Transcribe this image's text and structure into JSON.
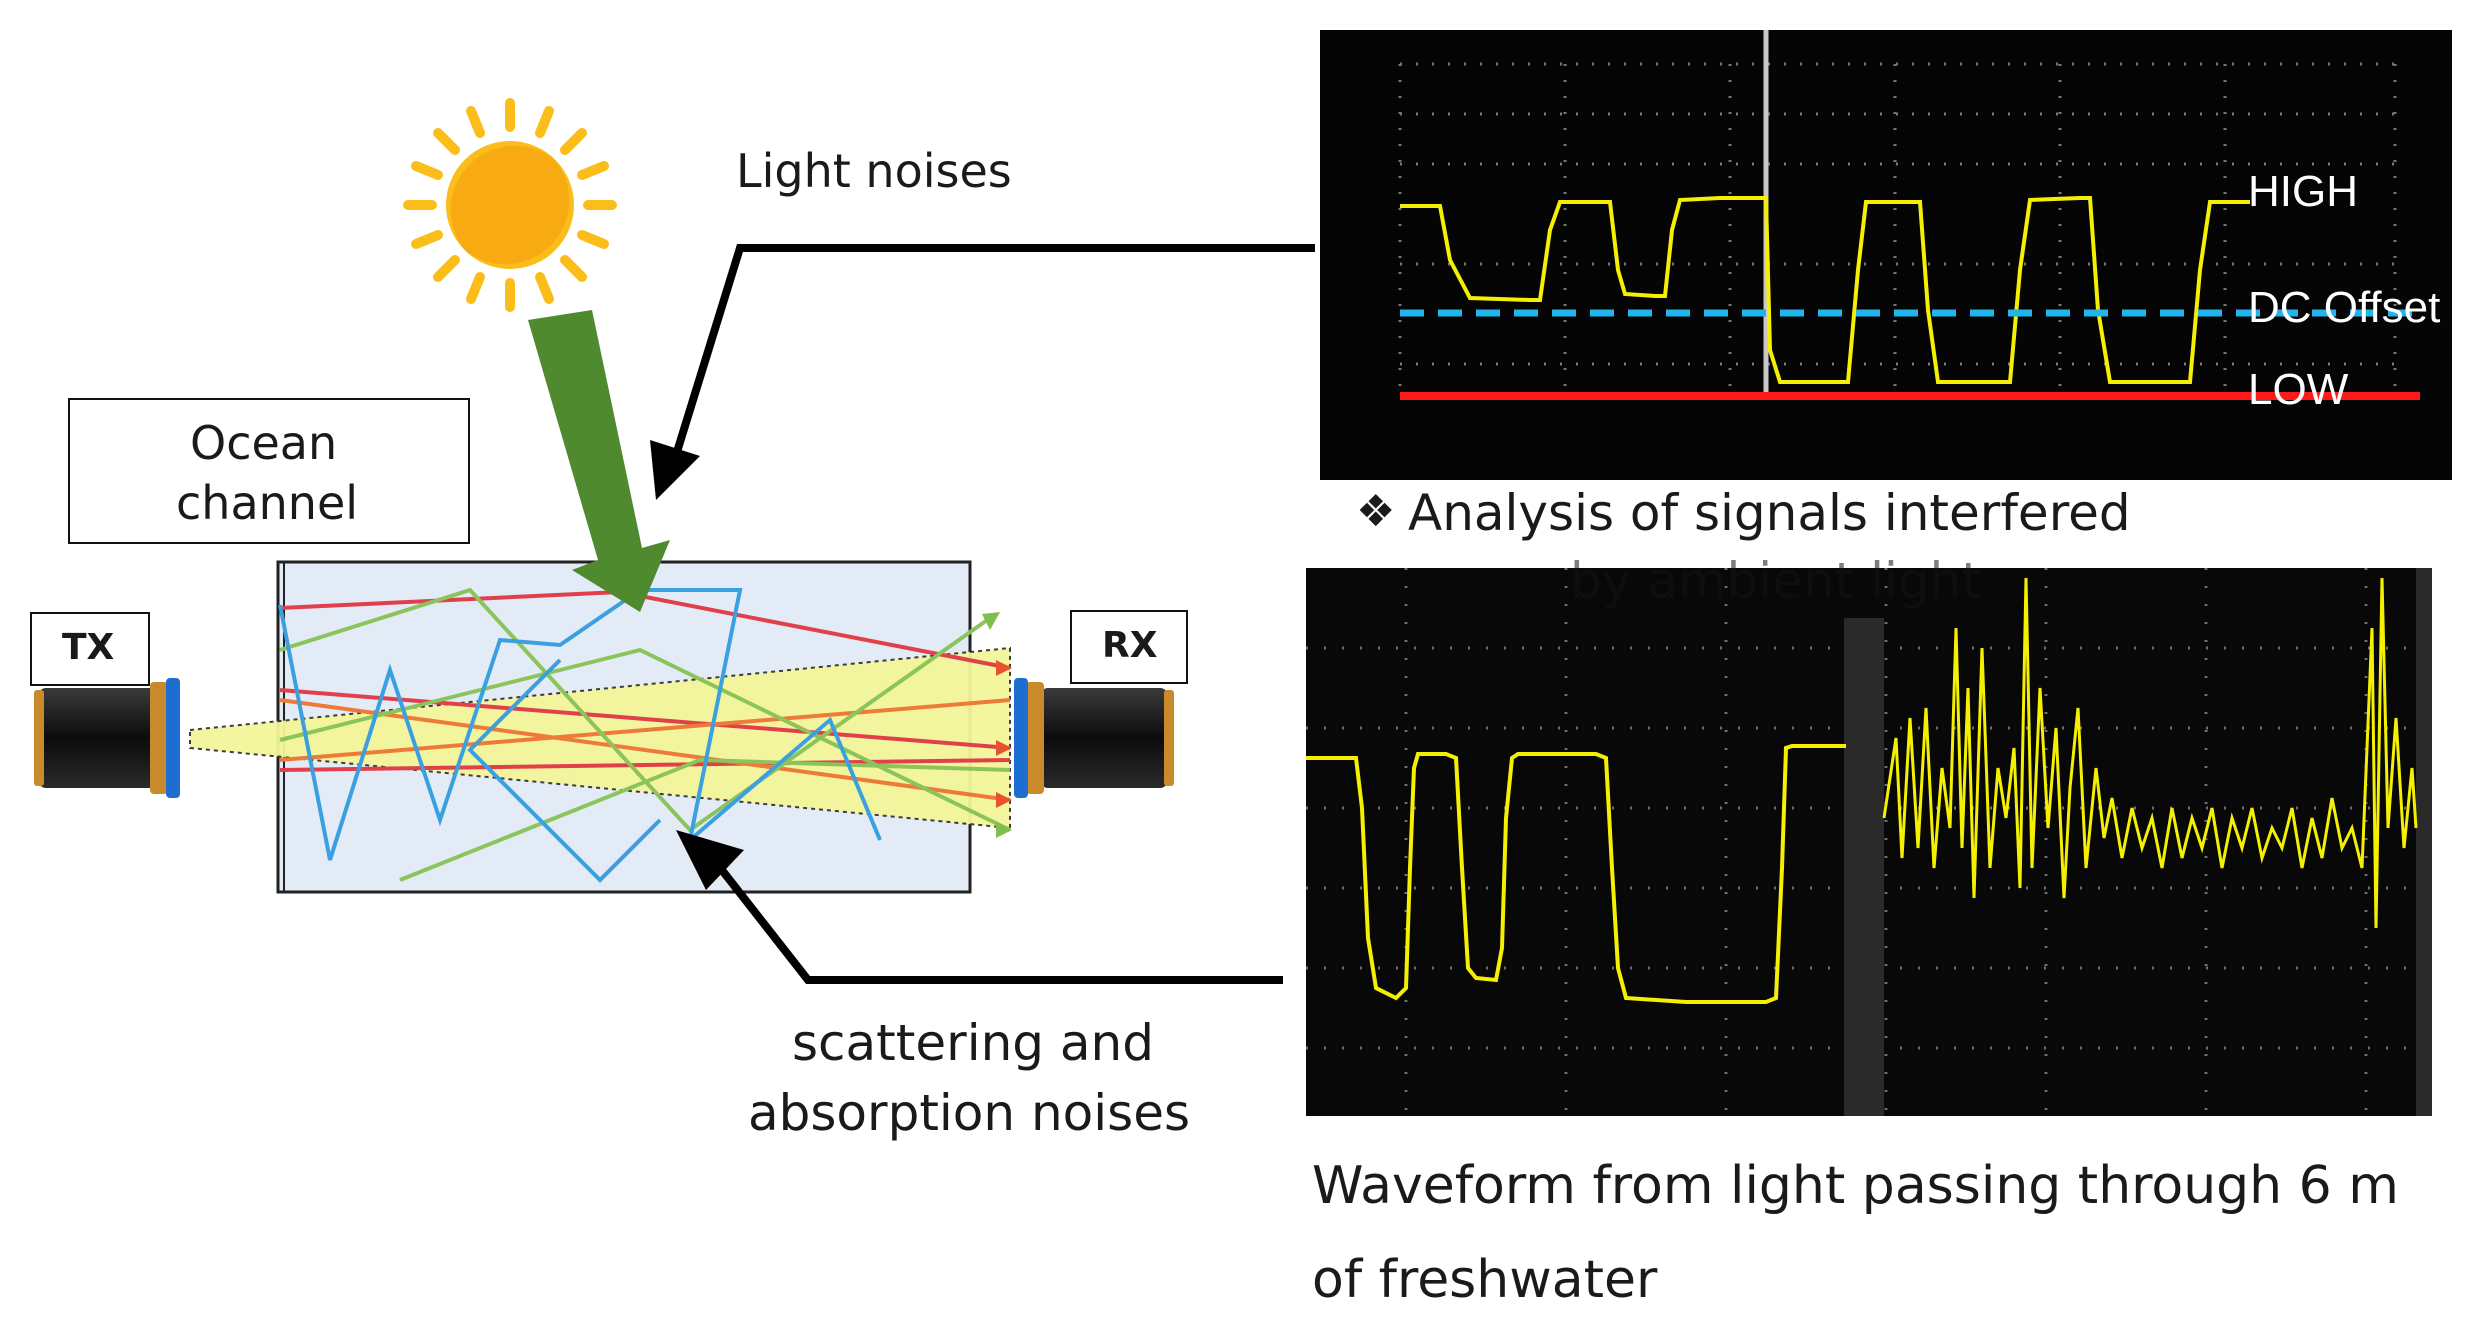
{
  "labels": {
    "light_noises": "Light noises",
    "ocean_channel_line1": "Ocean",
    "ocean_channel_line2": "channel",
    "tx": "TX",
    "rx": "RX",
    "scattering_line1": "scattering and",
    "scattering_line2": "absorption noises",
    "analysis_bullet": "❖",
    "analysis_line1": "Analysis of signals  interfered",
    "analysis_line2": "by ambient light",
    "waveform_line1": "Waveform from light passing through 6 m",
    "waveform_line2": "of freshwater"
  },
  "scope_top_levels": {
    "high": "HIGH",
    "dc_offset": "DC Offset",
    "low": "LOW"
  },
  "colors": {
    "trace": "#f5f000",
    "dc_offset": "#22b4ea",
    "low_line": "#ff1a1a",
    "sun": "#fbbd1a",
    "beam_arrow": "#4f8a2e",
    "tx_lens_ring": "#1c6fd1",
    "channel_fill": "#e3ebf7",
    "cone_fill": "#f3f59a"
  }
}
